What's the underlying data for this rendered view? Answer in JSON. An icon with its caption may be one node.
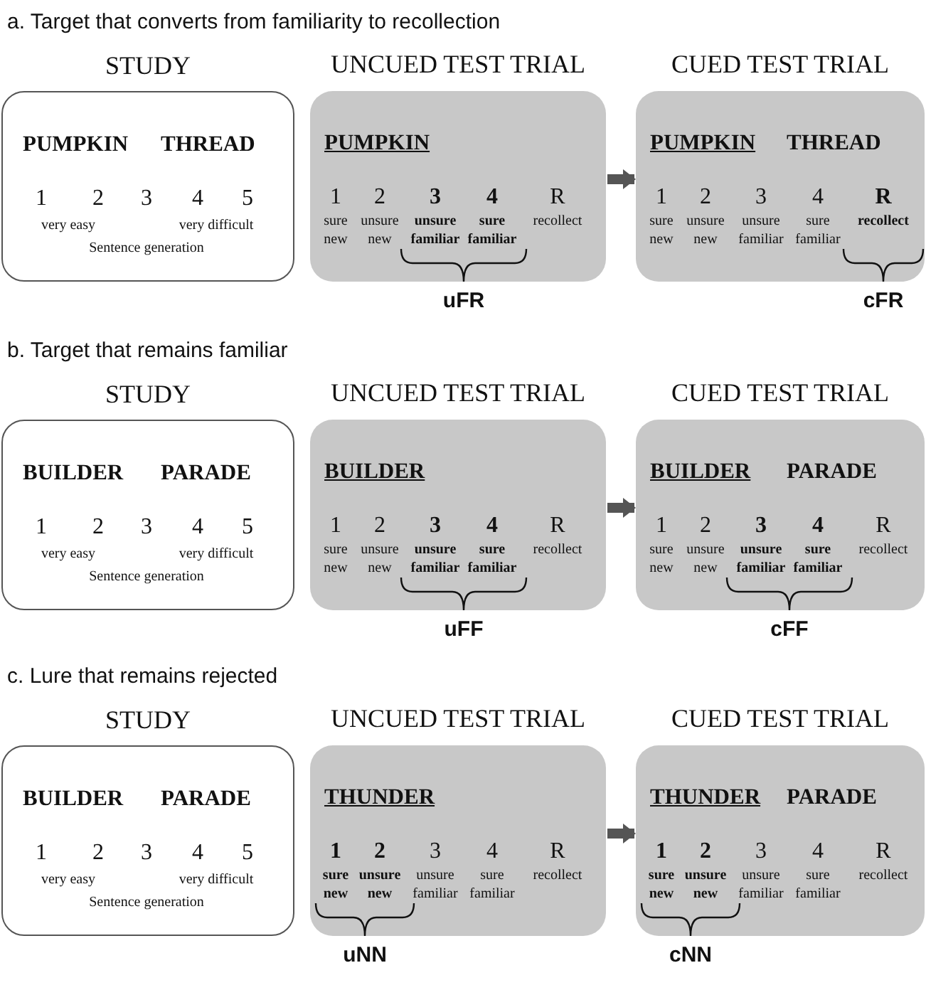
{
  "diagram": {
    "nodes": [
      {
        "text": [
          "STUDY",
          "PUMPKIN",
          "THREAD",
          "1",
          "2",
          "3",
          "4",
          "5",
          "very easy",
          "very difficult",
          "Sentence generation"
        ]
      },
      {
        "text": [
          "UNCUED TEST TRIAL",
          "PUMPKIN",
          "1",
          "sure new",
          "2",
          "unsure new",
          "**3**",
          "**unsure familiar**",
          "**4**",
          "**sure familiar**",
          "R",
          "recollect"
        ],
        "beside": [
          "uFR"
        ]
      },
      {
        "text": [
          "CUED TEST TRIAL",
          "PUMPKIN",
          "THREAD",
          "1",
          "sure new",
          "2",
          "unsure new",
          "3",
          "unsure familiar",
          "4",
          "sure familiar",
          "**R**",
          "**recollect**"
        ],
        "beside": [
          "cFR"
        ]
      },
      {
        "text": [
          "STUDY",
          "BUILDER",
          "PARADE",
          "1",
          "2",
          "3",
          "4",
          "5",
          "very easy",
          "very difficult",
          "Sentence generation"
        ]
      },
      {
        "text": [
          "UNCUED TEST TRIAL",
          "BUILDER",
          "1",
          "sure new",
          "2",
          "unsure new",
          "**3**",
          "**unsure familiar**",
          "**4**",
          "**sure familiar**",
          "R",
          "recollect"
        ],
        "beside": [
          "uFF"
        ]
      },
      {
        "text": [
          "CUED TEST TRIAL",
          "BUILDER",
          "PARADE",
          "1",
          "sure new",
          "2",
          "unsure new",
          "**3**",
          "**unsure familiar**",
          "**4**",
          "**sure familiar**",
          "R",
          "recollect"
        ],
        "beside": [
          "cFF"
        ]
      },
      {
        "text": [
          "STUDY",
          "BUILDER",
          "PARADE",
          "1",
          "2",
          "3",
          "4",
          "5",
          "very easy",
          "very difficult",
          "Sentence generation"
        ]
      },
      {
        "text": [
          "UNCUED TEST TRIAL",
          "THUNDER",
          "**1**",
          "**sure new**",
          "**2**",
          "**unsure new**",
          "3",
          "unsure familiar",
          "4",
          "sure familiar",
          "R",
          "recollect"
        ],
        "beside": [
          "uNN"
        ]
      },
      {
        "text": [
          "CUED TEST TRIAL",
          "THUNDER",
          "PARADE",
          "**1**",
          "**sure new**",
          "**2**",
          "**unsure new**",
          "3",
          "unsure familiar",
          "4",
          "sure familiar",
          "R",
          "recollect"
        ],
        "beside": [
          "cNN"
        ]
      }
    ],
    "edges": [
      {
        "from": 1,
        "to": 2,
        "arrow": "to"
      },
      {
        "from": 4,
        "to": 5,
        "arrow": "to"
      },
      {
        "from": 7,
        "to": 8,
        "arrow": "to"
      }
    ],
    "labels": [
      "a. Target that converts from familiarity to recollection",
      "b. Target that remains familiar",
      "c. Lure that remains rejected"
    ]
  }
}
